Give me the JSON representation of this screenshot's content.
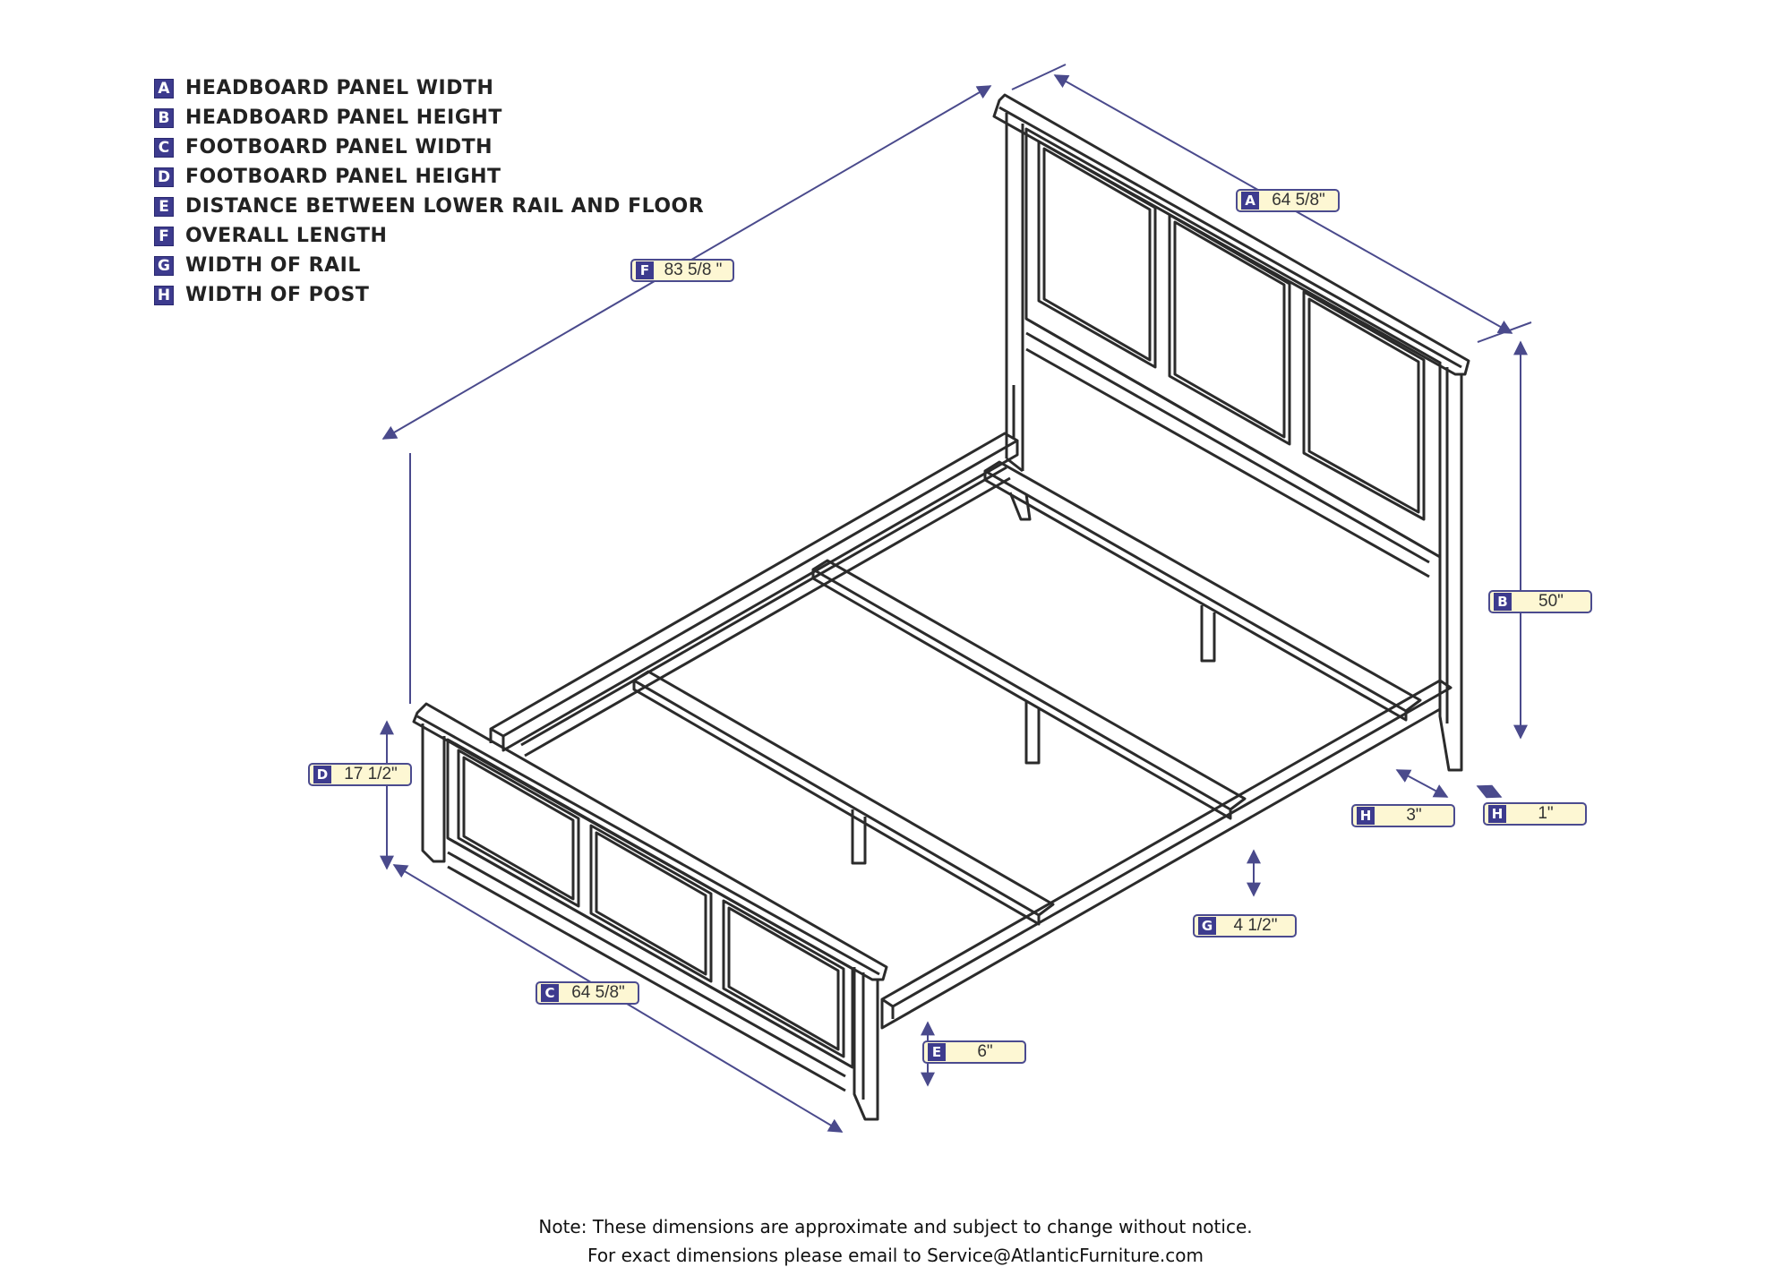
{
  "legend": [
    {
      "key": "A",
      "text": "HEADBOARD PANEL WIDTH"
    },
    {
      "key": "B",
      "text": "HEADBOARD PANEL HEIGHT"
    },
    {
      "key": "C",
      "text": "FOOTBOARD PANEL WIDTH"
    },
    {
      "key": "D",
      "text": "FOOTBOARD PANEL HEIGHT"
    },
    {
      "key": "E",
      "text": "DISTANCE BETWEEN LOWER RAIL AND FLOOR"
    },
    {
      "key": "F",
      "text": "OVERALL LENGTH"
    },
    {
      "key": "G",
      "text": "WIDTH OF RAIL"
    },
    {
      "key": "H",
      "text": "WIDTH OF POST"
    }
  ],
  "dimensions": {
    "a": {
      "key": "A",
      "value": "64 5/8\""
    },
    "b": {
      "key": "B",
      "value": "50\""
    },
    "c": {
      "key": "C",
      "value": "64 5/8\""
    },
    "d": {
      "key": "D",
      "value": "17 1/2\""
    },
    "e": {
      "key": "E",
      "value": "6\""
    },
    "f": {
      "key": "F",
      "value": "83 5/8 \""
    },
    "g": {
      "key": "G",
      "value": "4 1/2\""
    },
    "h1": {
      "key": "H",
      "value": "3\""
    },
    "h2": {
      "key": "H",
      "value": "1\""
    }
  },
  "note": {
    "line1": "Note:  These dimensions are approximate and subject to change without notice.",
    "line2": "For exact dimensions please email to Service@AtlanticFurniture.com"
  },
  "colors": {
    "line": "#2b2b2b",
    "dimension": "#4a4a8c",
    "tag_bg": "#fdf7d3",
    "key_bg": "#3d3b8e"
  }
}
